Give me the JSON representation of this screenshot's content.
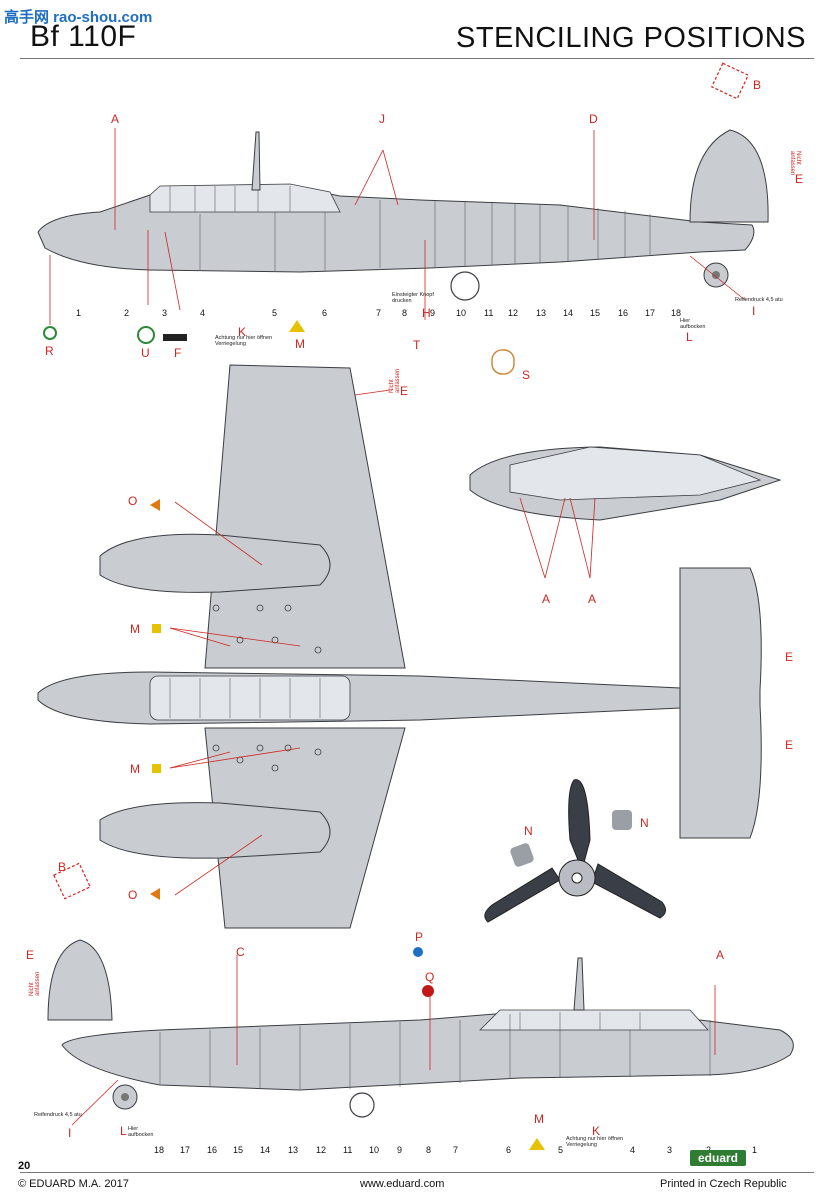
{
  "header": {
    "title": "Bf 110F",
    "subtitle": "STENCILING POSITIONS"
  },
  "watermark": "高手网 rao-shou.com",
  "side_view_top": {
    "callouts": [
      "A",
      "J",
      "D",
      "B",
      "E",
      "H",
      "T",
      "R",
      "U",
      "F",
      "K",
      "M",
      "L",
      "I"
    ],
    "station_numbers": [
      "1",
      "2",
      "3",
      "4",
      "5",
      "6",
      "7",
      "8",
      "9",
      "10",
      "11",
      "12",
      "13",
      "14",
      "15",
      "16",
      "17",
      "18"
    ],
    "text": {
      "einstieg": "Einsteigter Knopf drucken",
      "reifen": "Reifendruck 4,5 atu",
      "hier": "Hier aufbocken",
      "achtung": "Achtung nur hier öffnen Verriegelung",
      "nicht": "Nicht anfassen"
    }
  },
  "plan_view": {
    "callouts": [
      "O",
      "M",
      "M",
      "O",
      "E",
      "E",
      "E",
      "S",
      "A",
      "A",
      "N",
      "N"
    ],
    "nicht": "Nicht anfassen"
  },
  "side_view_bottom": {
    "callouts": [
      "B",
      "E",
      "C",
      "P",
      "Q",
      "A",
      "I",
      "L",
      "K",
      "M"
    ],
    "station_numbers": [
      "18",
      "17",
      "16",
      "15",
      "14",
      "13",
      "12",
      "11",
      "10",
      "9",
      "8",
      "7",
      "6",
      "5",
      "4",
      "3",
      "2",
      "1"
    ],
    "text": {
      "reifen": "Reifendruck 4,5 atu",
      "hier": "Hier aufbocken",
      "achtung": "Achtung nur hier öffnen Verriegelung",
      "nicht": "Nicht anfassen"
    }
  },
  "footer": {
    "page": "20",
    "copyright": "© EDUARD M.A. 2017",
    "website": "www.eduard.com",
    "printed": "Printed in Czech Republic",
    "brand": "eduard"
  },
  "colors": {
    "callout": "#d0261e",
    "aircraft": "#c9ccd1",
    "outline": "#3a3d42"
  }
}
